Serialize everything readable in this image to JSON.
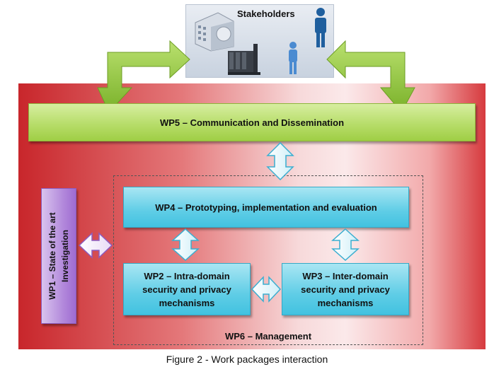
{
  "stakeholders": {
    "title": "Stakeholders"
  },
  "wp5": {
    "label": "WP5 – Communication and Dissemination"
  },
  "wp4": {
    "label": "WP4 – Prototyping, implementation and evaluation"
  },
  "wp2": {
    "lines": [
      "WP2 – Intra-domain",
      "security and privacy",
      "mechanisms"
    ]
  },
  "wp3": {
    "lines": [
      "WP3 – Inter-domain",
      "security and privacy",
      "mechanisms"
    ]
  },
  "wp1": {
    "lines": [
      "WP1 – State of the art",
      "Investigation"
    ]
  },
  "wp6": {
    "label": "WP6 – Management"
  },
  "caption": "Figure 2 - Work packages interaction",
  "colors": {
    "green": "#9fce45",
    "cyan": "#42c2e0",
    "purple": "#9e6bd1",
    "red": "#c8262b",
    "person": "#1f5f9e"
  },
  "icons": [
    "building-icon",
    "factory-icon",
    "person-icon"
  ]
}
